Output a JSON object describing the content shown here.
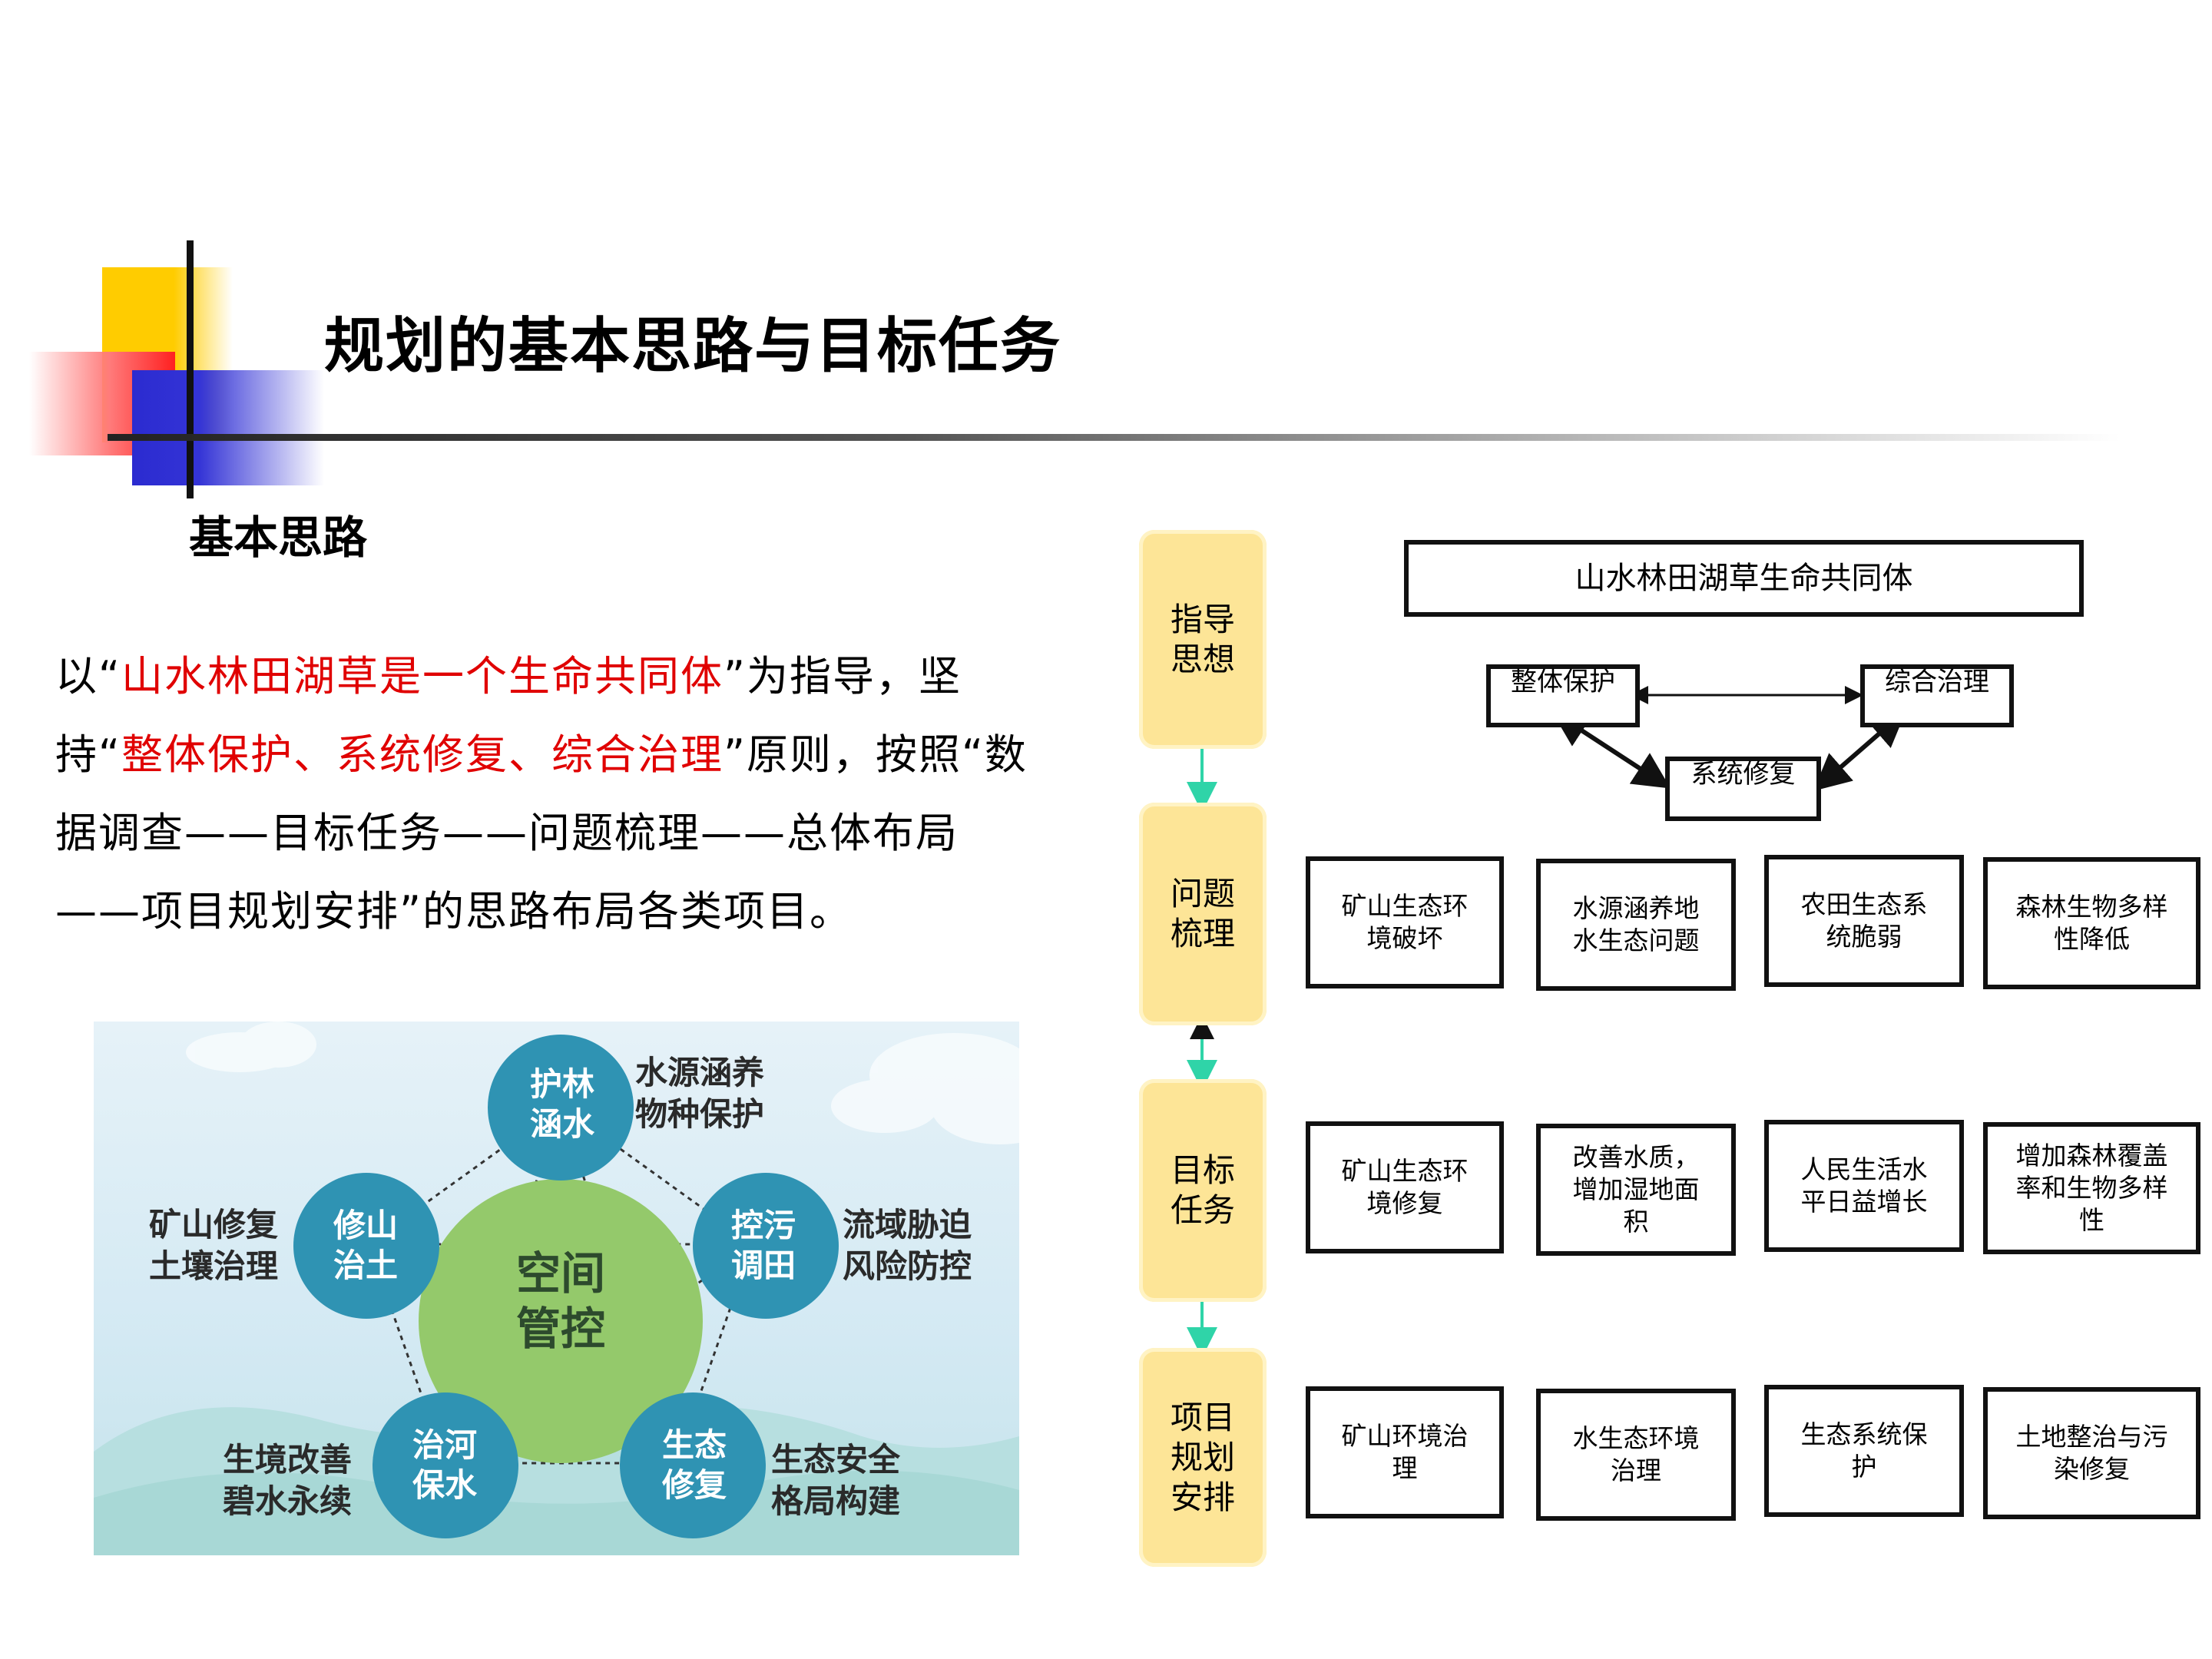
{
  "header": {
    "title": "规划的基本思路与目标任务"
  },
  "section": {
    "heading": "基本思路"
  },
  "intro": {
    "p1": "以“",
    "red1": "山水林田湖草是一个生命共同体",
    "p2": "”为指导，坚持“",
    "red2": "整体保护、系统修复、综合治理",
    "p3": "”原则，按照“数据调查——目标任务——问题梳理——总体布局——项目规划安排”的思路布局各类项目。"
  },
  "illustration": {
    "center": "空间管控",
    "nodes": [
      "护林涵水",
      "控污调田",
      "生态修复",
      "治河保水",
      "修山治土"
    ],
    "labels": [
      "水源涵养物种保护",
      "流域胁迫风险防控",
      "生态安全格局构建",
      "生境改善碧水永续",
      "矿山修复土壤治理"
    ]
  },
  "flowchart": {
    "stages": [
      "指导思想",
      "问题梳理",
      "目标任务",
      "项目规划安排"
    ],
    "top_box": "山水林田湖草生命共同体",
    "principles": [
      "整体保护",
      "综合治理",
      "系统修复"
    ],
    "problems": [
      "矿山生态环境破坏",
      "水源涵养地水生态问题",
      "农田生态系统脆弱",
      "森林生物多样性降低"
    ],
    "targets": [
      "矿山生态环境修复",
      "改善水质，增加湿地面积",
      "人民生活水平日益增长",
      "增加森林覆盖率和生物多样性"
    ],
    "projects": [
      "矿山环境治理",
      "水生态环境治理",
      "生态系统保护",
      "土地整治与污染修复"
    ]
  },
  "colors": {
    "red_text": "#e00000",
    "stage_fill": "#fde597",
    "arrow": "#2fd4a8",
    "node": "#2f93b3",
    "center": "#94c96b"
  }
}
